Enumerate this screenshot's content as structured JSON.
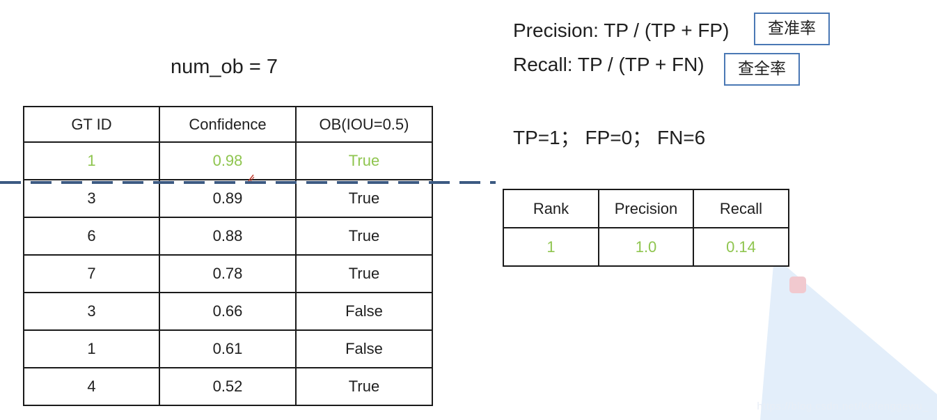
{
  "num_ob_label": "num_ob = 7",
  "formulas": {
    "precision": "Precision: TP / (TP + FP)",
    "precision_cn": "查准率",
    "recall": "Recall: TP / (TP + FN)",
    "recall_cn": "查全率"
  },
  "counts": "TP=1； FP=0； FN=6",
  "main_table": {
    "headers": [
      "GT ID",
      "Confidence",
      "OB(IOU=0.5)"
    ],
    "rows": [
      [
        "1",
        "0.98",
        "True"
      ],
      [
        "3",
        "0.89",
        "True"
      ],
      [
        "6",
        "0.88",
        "True"
      ],
      [
        "7",
        "0.78",
        "True"
      ],
      [
        "3",
        "0.66",
        "False"
      ],
      [
        "1",
        "0.61",
        "False"
      ],
      [
        "4",
        "0.52",
        "True"
      ]
    ]
  },
  "rank_table": {
    "headers": [
      "Rank",
      "Precision",
      "Recall"
    ],
    "rows": [
      [
        "1",
        "1.0",
        "0.14"
      ]
    ]
  },
  "watermark": "https://blog.csdn.net/Kefenggewu_",
  "colors": {
    "highlight_green": "#8fc54f",
    "dash_line": "#3c5a82",
    "box_border": "#4a78b4",
    "wedge": "#dbe9f8"
  }
}
